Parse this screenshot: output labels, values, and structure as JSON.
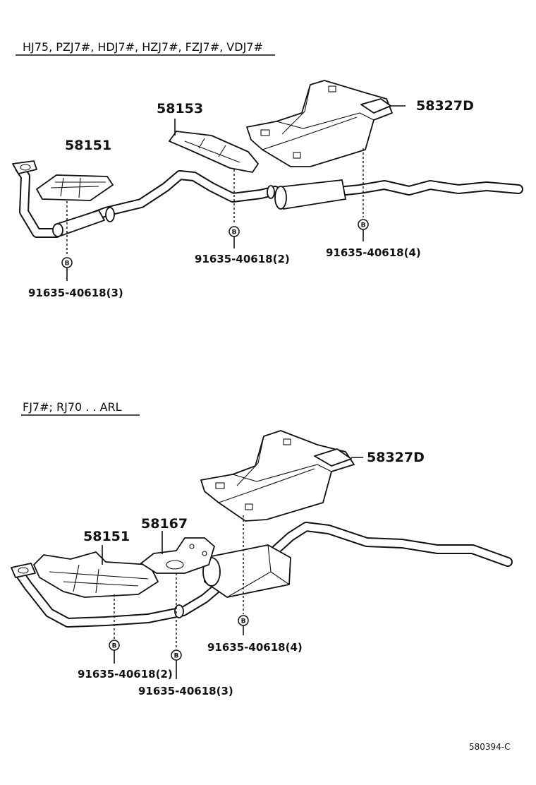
{
  "sections": [
    {
      "header": "HJ75, PZJ7#, HDJ7#, HZJ7#, FZJ7#, VDJ7#",
      "parts": [
        "58151",
        "58153",
        "58327D"
      ],
      "bolts": [
        "91635-40618(3)",
        "91635-40618(2)",
        "91635-40618(4)"
      ]
    },
    {
      "header": "FJ7#; RJ70 . . ARL",
      "parts": [
        "58151",
        "58167",
        "58327D"
      ],
      "bolts": [
        "91635-40618(2)",
        "91635-40618(3)",
        "91635-40618(4)"
      ]
    }
  ],
  "bolt_marker": "B",
  "drawing_code": "580394-C"
}
